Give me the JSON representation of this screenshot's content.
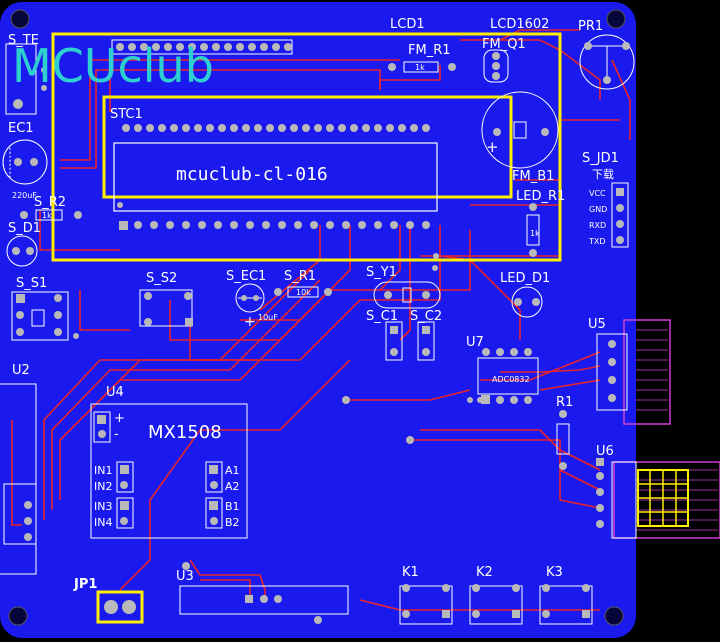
{
  "brand": {
    "logo_text": "MCUclub",
    "board_id": "mcuclub-cl-016"
  },
  "colors": {
    "board": "#1a1aee",
    "background": "#000000",
    "trace": "#e8232a",
    "silk": "#ffffff",
    "outline": "#ffee00",
    "pad": "#b9b9b9",
    "logo": "#2fd0d0",
    "keepout": "#d23ed2"
  },
  "labels": {
    "lcd1": "LCD1",
    "lcd1602": "LCD1602",
    "pr1": "PR1",
    "stc1": "STC1",
    "fm_r1": "FM_R1",
    "fm_q1": "FM_Q1",
    "fm_b1": "FM_B1",
    "led_r1": "LED_R1",
    "led_d1": "LED_D1",
    "s_jd1": "S_JD1",
    "download": "下载",
    "ec1": "EC1",
    "s_r2": "S_R2",
    "s_d1": "S_D1",
    "s_s1": "S_S1",
    "s_s2": "S_S2",
    "s_ec1": "S_EC1",
    "s_r1": "S_R1",
    "s_y1": "S_Y1",
    "s_c1": "S_C1",
    "s_c2": "S_C2",
    "u7": "U7",
    "u5": "U5",
    "u2": "U2",
    "u4": "U4",
    "u3": "U3",
    "u6": "U6",
    "r1": "R1",
    "jp1": "JP1",
    "mx1508": "MX1508",
    "in1": "IN1",
    "in2": "IN2",
    "in3": "IN3",
    "in4": "IN4",
    "a1": "A1",
    "a2": "A2",
    "b1": "B1",
    "b2": "B2",
    "k1": "K1",
    "k2": "K2",
    "k3": "K3",
    "s_tf": "S_TE",
    "adc0832": "ADC0832",
    "vcc": "VCC",
    "gnd": "GND",
    "rxd": "RXD",
    "txd": "TXD",
    "fm_val": "1k",
    "ledr_val": "1k",
    "sr1_val": "10k",
    "sr2_val": "1k",
    "ec1_val": "220uF",
    "sec1_val": "10uF",
    "plus": "+",
    "minus": "-"
  }
}
